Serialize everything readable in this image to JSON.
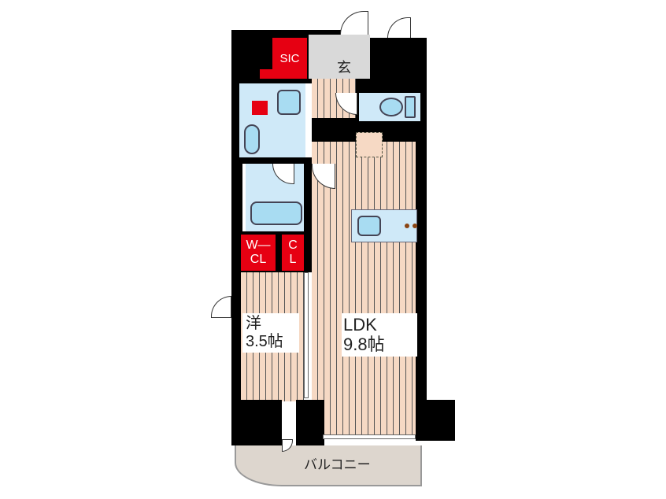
{
  "floor_plan": {
    "rooms": {
      "sic": {
        "label": "SIC"
      },
      "entrance": {
        "label": "玄"
      },
      "wcl": {
        "label": "W-\nCL",
        "line1": "W—",
        "line2": "CL"
      },
      "cl": {
        "label": "C\nL",
        "line1": "C",
        "line2": "L"
      },
      "western_room": {
        "label": "洋",
        "size": "3.5帖"
      },
      "ldk": {
        "label": "LDK",
        "size": "9.8帖"
      },
      "balcony": {
        "label": "バルコニー"
      }
    },
    "colors": {
      "wall": "#000000",
      "floor": "#f6d9c4",
      "wet_area": "#cfe9f8",
      "closet": "#e60012",
      "entrance": "#d9d9d9",
      "balcony": "#ddd6ce"
    }
  }
}
